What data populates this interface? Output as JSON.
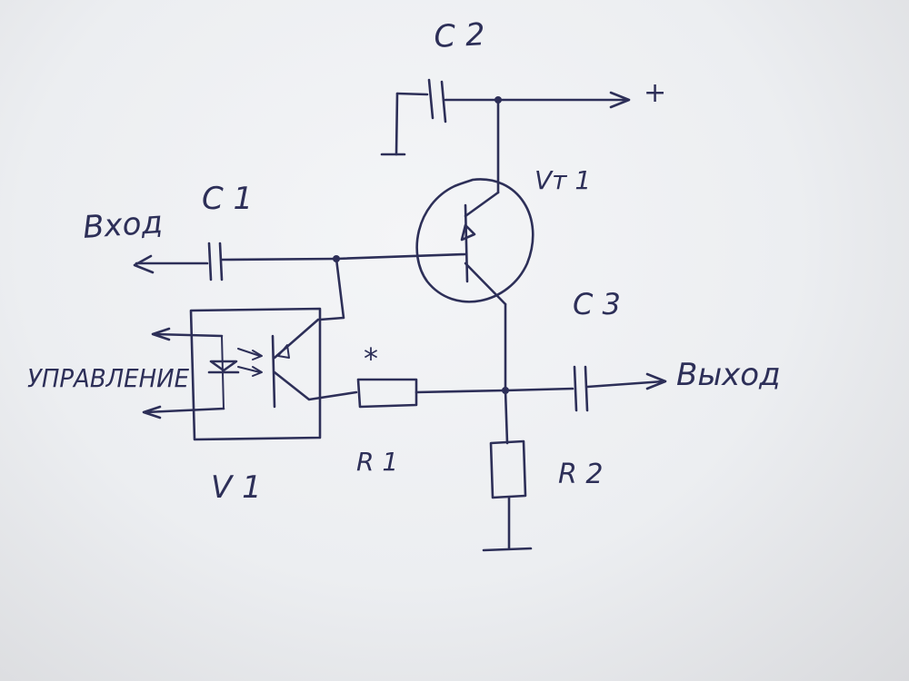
{
  "diagram": {
    "labels": {
      "c1": "C 1",
      "c2": "C 2",
      "c3": "C 3",
      "vt1": "Vт 1",
      "v1": "V 1",
      "r1": "R 1",
      "r2": "R 2",
      "r1_mark": "*",
      "plus": "+",
      "input": "Вход",
      "output": "Выход",
      "control": "УПРАВЛЕНИЕ"
    },
    "ink_color": "#2d2f58",
    "paper_color": "#eceef1"
  }
}
